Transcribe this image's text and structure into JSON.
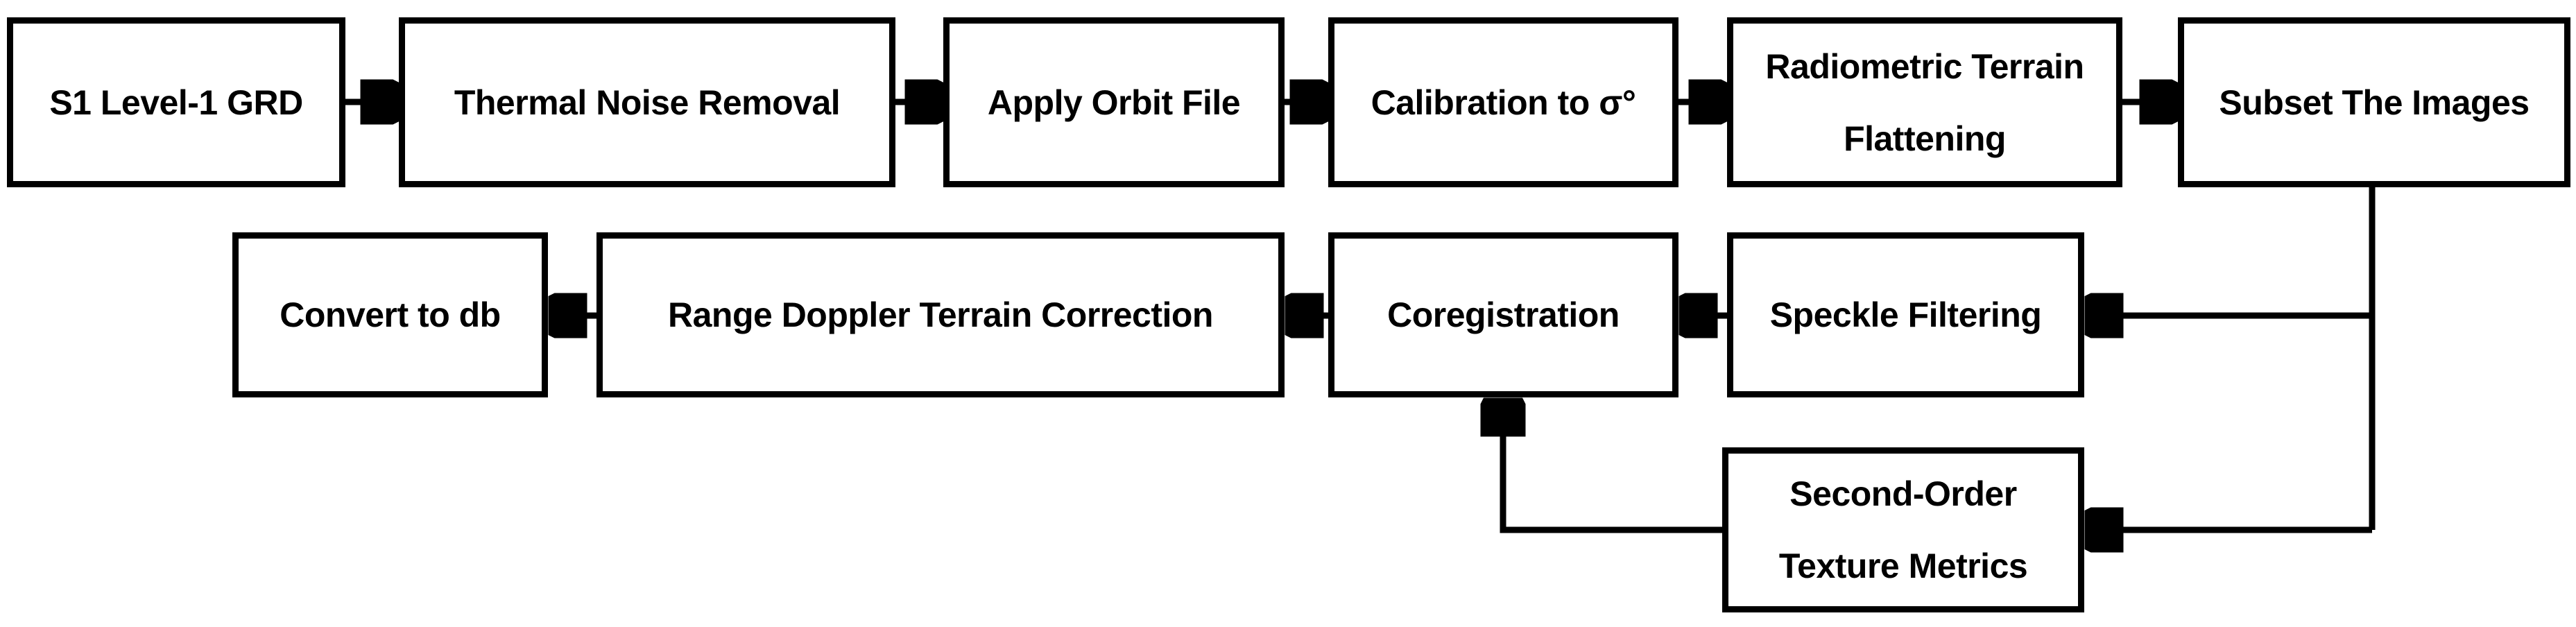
{
  "diagram": {
    "type": "flowchart",
    "colors": {
      "background": "#ffffff",
      "box_fill": "#ffffff",
      "box_border": "#000000",
      "text": "#000000",
      "arrow": "#000000"
    },
    "nodes": [
      {
        "id": "s1-level-1-grd",
        "label": "S1 Level-1 GRD"
      },
      {
        "id": "thermal-noise-removal",
        "label": "Thermal Noise Removal"
      },
      {
        "id": "apply-orbit-file",
        "label": "Apply Orbit File"
      },
      {
        "id": "calibration-to-sigma0",
        "label": "Calibration to σ°"
      },
      {
        "id": "radiometric-terrain-flattening",
        "label": "Radiometric Terrain Flattening"
      },
      {
        "id": "subset-the-images",
        "label": "Subset The Images"
      },
      {
        "id": "convert-to-db",
        "label": "Convert to db"
      },
      {
        "id": "range-doppler-terrain-correction",
        "label": "Range Doppler Terrain Correction"
      },
      {
        "id": "coregistration",
        "label": "Coregistration"
      },
      {
        "id": "speckle-filtering",
        "label": "Speckle Filtering"
      },
      {
        "id": "second-order-texture-metrics",
        "label": "Second-Order Texture Metrics"
      }
    ],
    "edges": [
      {
        "from": "s1-level-1-grd",
        "to": "thermal-noise-removal"
      },
      {
        "from": "thermal-noise-removal",
        "to": "apply-orbit-file"
      },
      {
        "from": "apply-orbit-file",
        "to": "calibration-to-sigma0"
      },
      {
        "from": "calibration-to-sigma0",
        "to": "radiometric-terrain-flattening"
      },
      {
        "from": "radiometric-terrain-flattening",
        "to": "subset-the-images"
      },
      {
        "from": "subset-the-images",
        "to": "speckle-filtering"
      },
      {
        "from": "subset-the-images",
        "to": "second-order-texture-metrics"
      },
      {
        "from": "speckle-filtering",
        "to": "coregistration"
      },
      {
        "from": "coregistration",
        "to": "range-doppler-terrain-correction"
      },
      {
        "from": "range-doppler-terrain-correction",
        "to": "convert-to-db"
      },
      {
        "from": "second-order-texture-metrics",
        "to": "coregistration"
      }
    ]
  }
}
